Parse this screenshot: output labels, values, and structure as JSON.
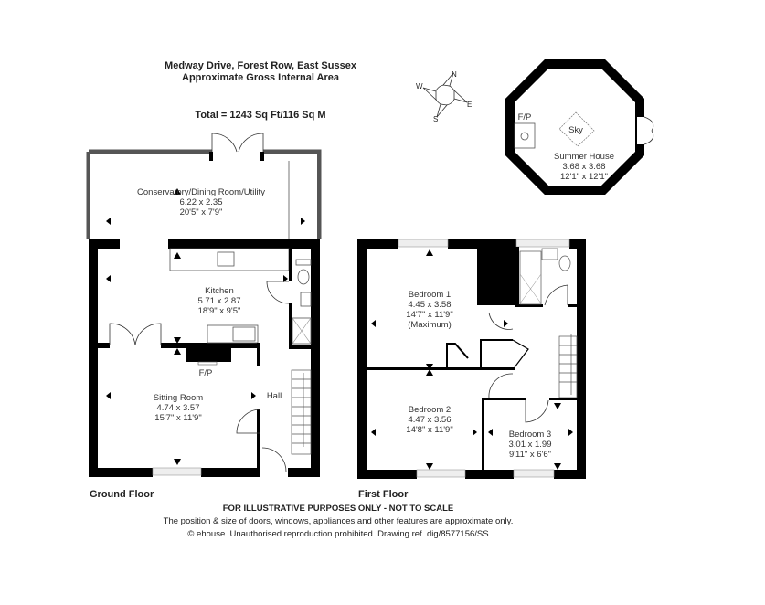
{
  "header": {
    "address": "Medway Drive, Forest Row, East Sussex",
    "subtitle": "Approximate Gross Internal Area",
    "total": "Total = 1243 Sq Ft/116 Sq M"
  },
  "compass": {
    "n": "N",
    "e": "E",
    "s": "S",
    "w": "W"
  },
  "summer_house": {
    "name": "Summer House",
    "metric": "3.68 x 3.68",
    "imperial": "12'1\" x 12'1\"",
    "fireplace": "F/P",
    "skylight": "Sky"
  },
  "ground_floor": {
    "label": "Ground Floor",
    "rooms": [
      {
        "name": "Conservatory/Dining Room/Utility",
        "metric": "6.22 x 2.35",
        "imperial": "20'5\" x 7'9\""
      },
      {
        "name": "Kitchen",
        "metric": "5.71 x 2.87",
        "imperial": "18'9\" x 9'5\""
      },
      {
        "name": "Sitting Room",
        "metric": "4.74 x 3.57",
        "imperial": "15'7\" x 11'9\""
      },
      {
        "name": "Hall"
      }
    ],
    "fireplace": "F/P"
  },
  "first_floor": {
    "label": "First Floor",
    "rooms": [
      {
        "name": "Bedroom 1",
        "metric": "4.45 x 3.58",
        "imperial": "14'7\" x 11'9\"",
        "note": "(Maximum)"
      },
      {
        "name": "Bedroom 2",
        "metric": "4.47 x 3.56",
        "imperial": "14'8\" x 11'9\""
      },
      {
        "name": "Bedroom 3",
        "metric": "3.01 x 1.99",
        "imperial": "9'11\" x 6'6\""
      }
    ]
  },
  "footer": {
    "disclaimer": "FOR ILLUSTRATIVE PURPOSES ONLY - NOT TO SCALE",
    "note": "The position & size of doors, windows, appliances and other features are approximate only.",
    "copyright": "© ehouse. Unauthorised reproduction prohibited. Drawing ref. dig/8577156/SS"
  }
}
